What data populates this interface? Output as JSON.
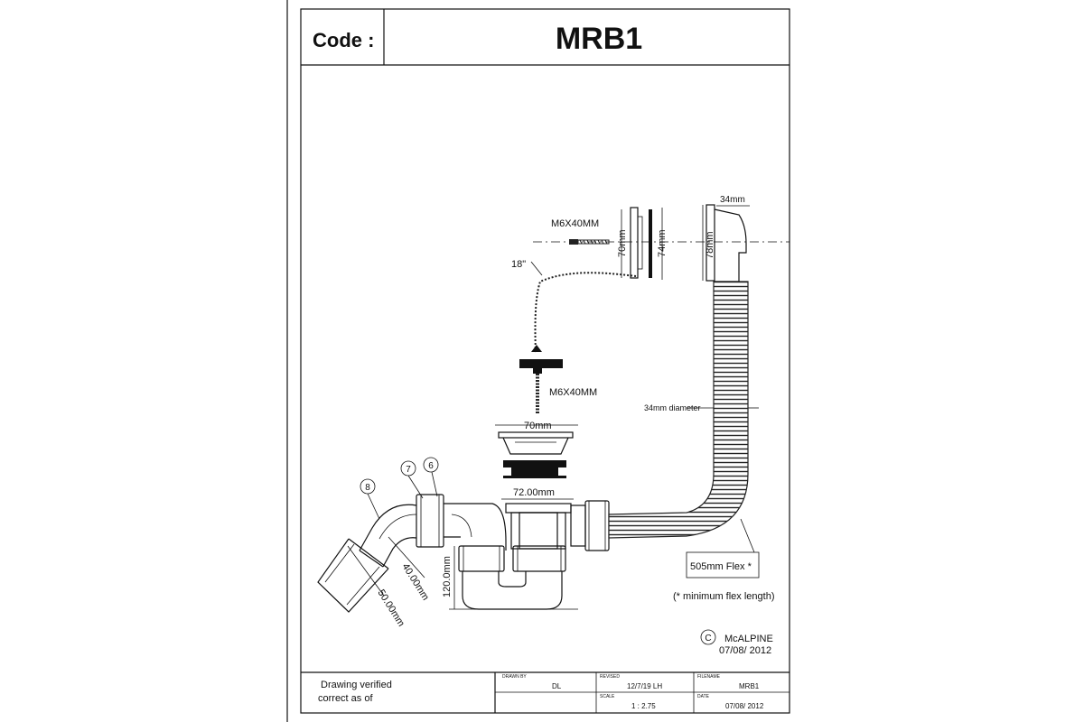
{
  "header": {
    "code_label": "Code :",
    "code_value": "MRB1"
  },
  "labels": {
    "screw_top": "M6X40MM",
    "screw_bottom": "M6X40MM",
    "chain_length": "18\"",
    "plug_height": "70mm",
    "plug_width": "70mm",
    "overflow_face": "74mm",
    "overflow_height": "78mm",
    "overflow_depth": "34mm",
    "flex_diameter": "34mm diameter",
    "waste_width": "72.00mm",
    "trap_height": "120.0mm",
    "outlet_inner": "40.00mm",
    "outlet_outer": "50.00mm",
    "flex_length": "505mm Flex *",
    "flex_note": "(* minimum flex length)",
    "part_6": "6",
    "part_7": "7",
    "part_8": "8",
    "copyright_symbol": "C",
    "brand": "McALPINE",
    "brand_date": "07/08/ 2012"
  },
  "title_block": {
    "verified_line1": "Drawing verified",
    "verified_line2": "correct as of",
    "drawn_by_label": "DRAWN BY",
    "drawn_by_value": "DL",
    "revised_label": "REVISED",
    "revised_value": "12/7/19 LH",
    "filename_label": "FILENAME",
    "filename_value": "MRB1",
    "scale_label": "SCALE",
    "scale_value": "1 : 2.75",
    "date_label": "DATE",
    "date_value": "07/08/ 2012"
  }
}
